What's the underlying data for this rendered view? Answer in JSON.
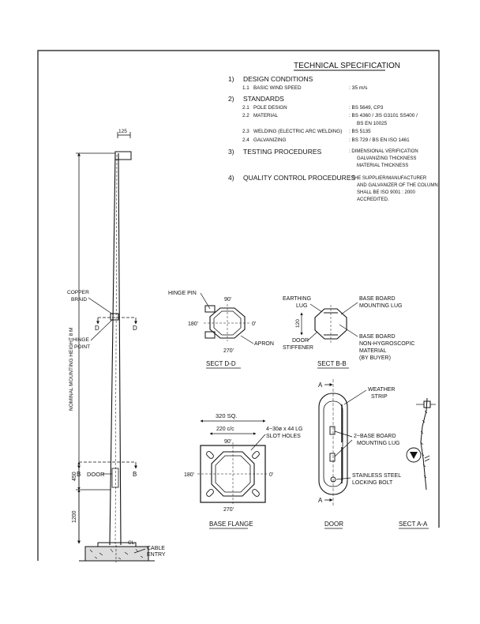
{
  "spec": {
    "title": "TECHNICAL SPECIFICATION",
    "s1_num": "1)",
    "s1_title": "DESIGN CONDITIONS",
    "s1_1_num": "1.1",
    "s1_1_label": "BASIC WIND SPEED",
    "s1_1_value": ":  35   m/s",
    "s2_num": "2)",
    "s2_title": "STANDARDS",
    "s2_1_num": "2.1",
    "s2_1_label": "POLE DESIGN",
    "s2_1_value": ":  BS 5649, CP3",
    "s2_2_num": "2.2",
    "s2_2_label": "MATERIAL",
    "s2_2_value1": ":  BS 4360 / JIS G3101 SS400 /",
    "s2_2_value2": "BS EN 10025",
    "s2_3_num": "2.3",
    "s2_3_label": "WELDING (ELECTRIC ARC WELDING)",
    "s2_3_value": ":  BS 5135",
    "s2_4_num": "2.4",
    "s2_4_label": "GALVANIZING",
    "s2_4_value": ":  BS 729 / BS EN ISO 1461",
    "s3_num": "3)",
    "s3_title": "TESTING PROCEDURES",
    "s3_value1": ":  DIMENSIONAL VERIFICATION",
    "s3_value2": "GALVANIZING THICKNESS",
    "s3_value3": "MATERIAL THICKNESS",
    "s4_num": "4)",
    "s4_title": "QUALITY CONTROL PROCEDURES",
    "s4_value1": ":  THE SUPPLIER/MANUFACTURER",
    "s4_value2": "AND GALVANIZER OF THE COLUMN",
    "s4_value3": "SHALL BE ISO 9001 : 2000",
    "s4_value4": "ACCREDITED."
  },
  "pole": {
    "dim_top": "125",
    "height_label": "NOMINAL MOUNTING HEIGHT 8 M",
    "copper_braid_1": "COPPER",
    "copper_braid_2": "BRAID",
    "hinge_point_1": "HINGE",
    "hinge_point_2": "POINT",
    "section_d": "D",
    "section_b": "B",
    "door": "DOOR",
    "dim_450": "450",
    "dim_1200": "1200",
    "cl": "CL",
    "cable_entry_1": "CABLE",
    "cable_entry_2": "ENTRY"
  },
  "sect_dd": {
    "title": "SECT D-D",
    "hinge_pin": "HINGE PIN",
    "deg90": "90'",
    "deg180": "180'",
    "deg0": "0'",
    "deg270": "270'",
    "apron": "APRON"
  },
  "sect_bb": {
    "title": "SECT B-B",
    "earthing_1": "EARTHING",
    "earthing_2": "LUG",
    "mount_1": "BASE BOARD",
    "mount_2": "MOUNTING LUG",
    "dim_120": "120",
    "stiff_1": "DOOR",
    "stiff_2": "STIFFENER",
    "bb_1": "BASE BOARD",
    "bb_2": "NON-HYGROSCOPIC",
    "bb_3": "MATERIAL",
    "bb_4": "(BY BUYER)"
  },
  "base_flange": {
    "title": "BASE FLANGE",
    "dim_320": "320 SQ.",
    "dim_220": "220 c/c",
    "slot_1": "4~30ø x 44 LG",
    "slot_2": "SLOT HOLES",
    "deg90": "90'",
    "deg180": "180'",
    "deg0": "0'",
    "deg270": "270'"
  },
  "door_detail": {
    "title": "DOOR",
    "a_top": "A",
    "a_bottom": "A",
    "weather_1": "WEATHER",
    "weather_2": "STRIP",
    "mount_1": "2~BASE BOARD",
    "mount_2": "MOUNTING LUG",
    "bolt_1": "STAINLESS STEEL",
    "bolt_2": "LOCKING BOLT"
  },
  "sect_aa": {
    "title": "SECT A-A"
  }
}
